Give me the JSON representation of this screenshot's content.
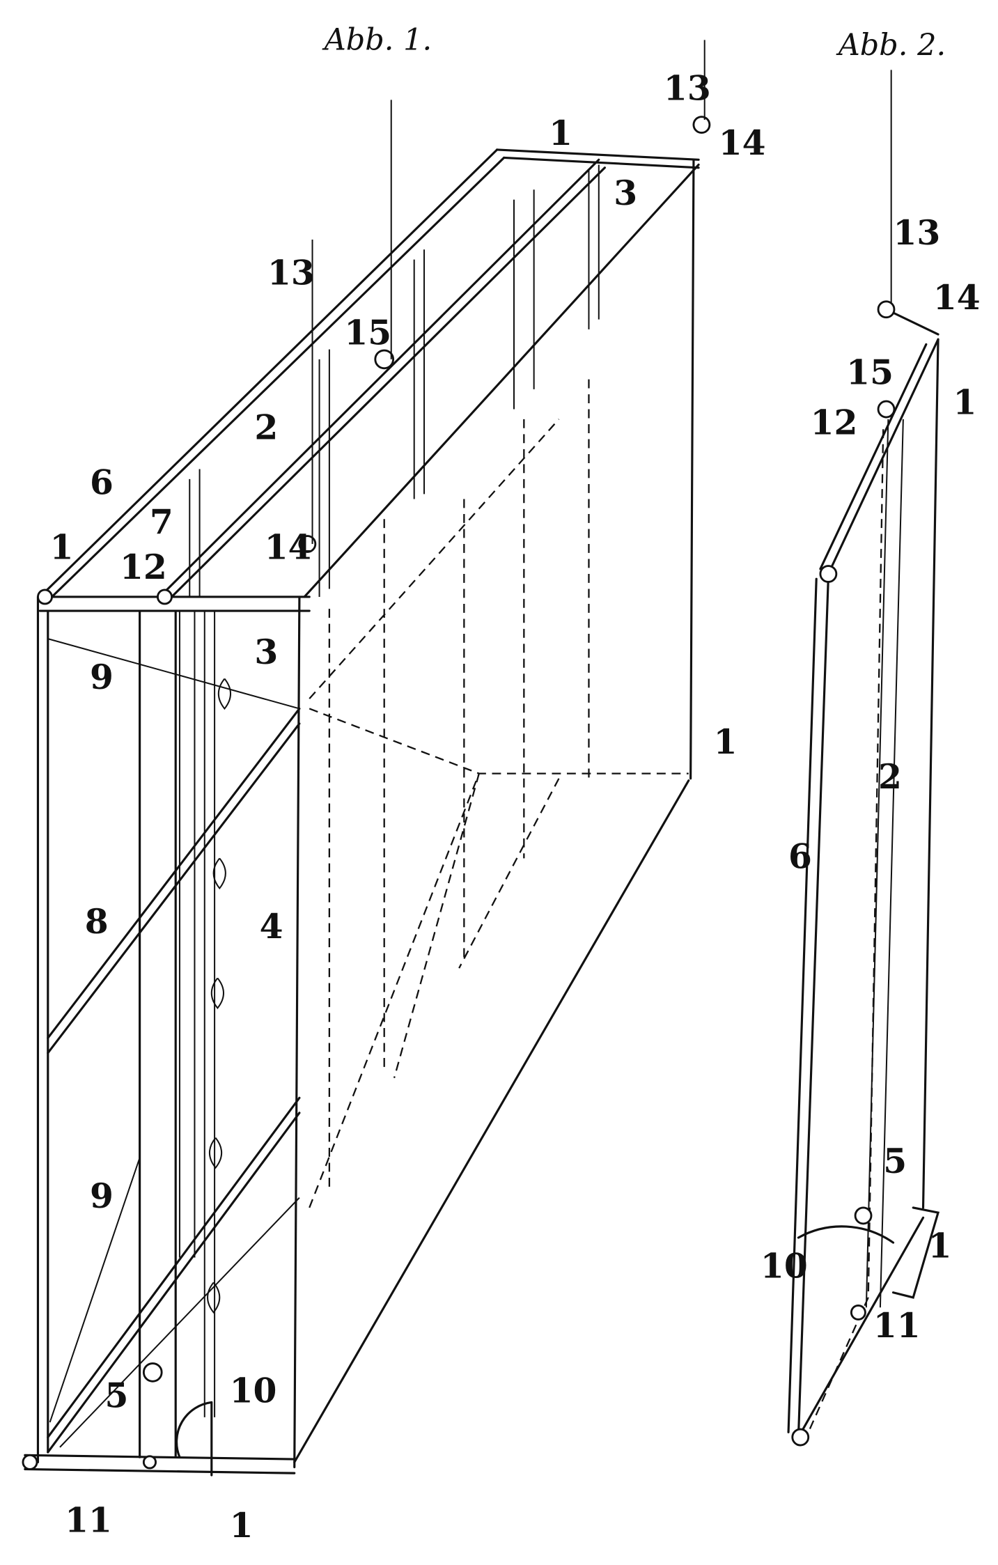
{
  "figures": [
    {
      "title": "Abb. 1.",
      "labels": [
        "13",
        "1",
        "14",
        "3",
        "13",
        "15",
        "2",
        "6",
        "7",
        "1",
        "12",
        "14",
        "9",
        "3",
        "4",
        "8",
        "9",
        "5",
        "10",
        "11",
        "1",
        "1"
      ]
    },
    {
      "title": "Abb. 2.",
      "labels": [
        "13",
        "14",
        "15",
        "1",
        "12",
        "2",
        "6",
        "5",
        "1",
        "10",
        "11"
      ]
    }
  ]
}
